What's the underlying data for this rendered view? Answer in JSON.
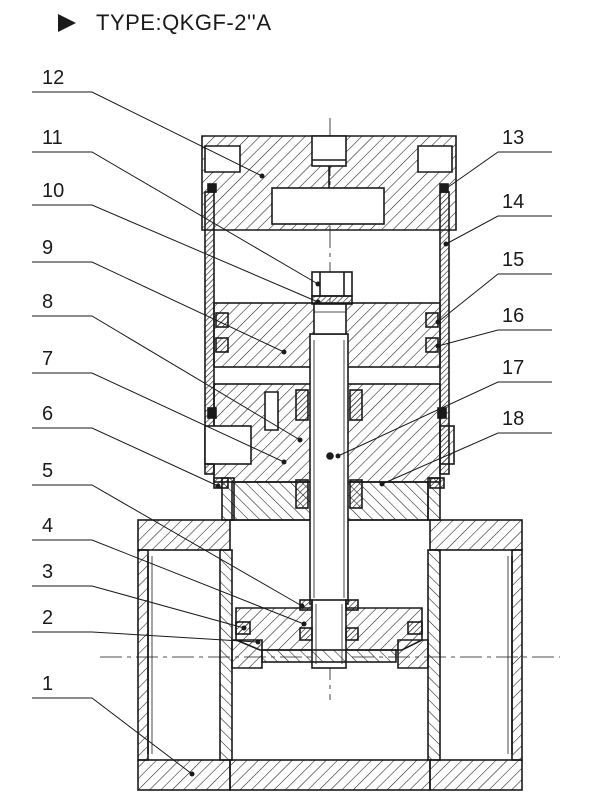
{
  "header": {
    "play_icon": "play-triangle-icon",
    "title": "TYPE:QKGF-2''A"
  },
  "callouts": {
    "left": [
      "12",
      "11",
      "10",
      "9",
      "8",
      "7",
      "6",
      "5",
      "4",
      "3",
      "2",
      "1"
    ],
    "right": [
      "13",
      "14",
      "15",
      "16",
      "17",
      "18"
    ]
  },
  "colors": {
    "line": "#1a1a1a",
    "background": "#ffffff"
  }
}
